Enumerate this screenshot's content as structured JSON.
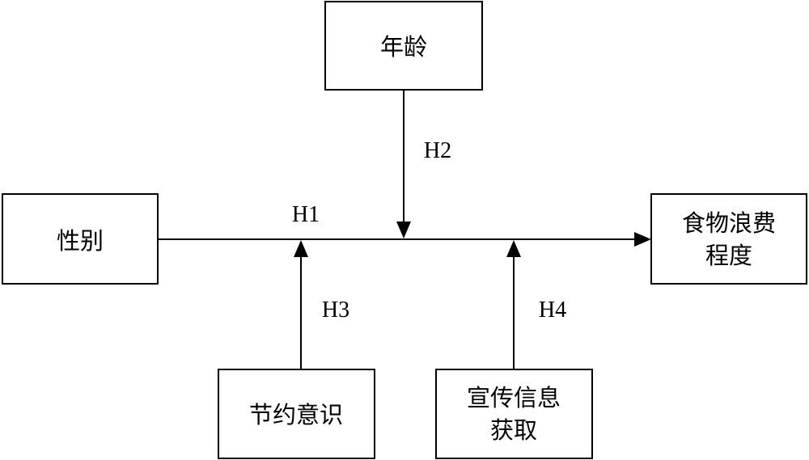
{
  "nodes": {
    "gender": {
      "label": "性别"
    },
    "age": {
      "label": "年龄"
    },
    "food_waste": {
      "line1": "食物浪费",
      "line2": "程度"
    },
    "saving_awareness": {
      "label": "节约意识"
    },
    "publicity_info": {
      "line1": "宣传信息",
      "line2": "获取"
    }
  },
  "hypotheses": {
    "h1": "H1",
    "h2": "H2",
    "h3": "H3",
    "h4": "H4"
  }
}
